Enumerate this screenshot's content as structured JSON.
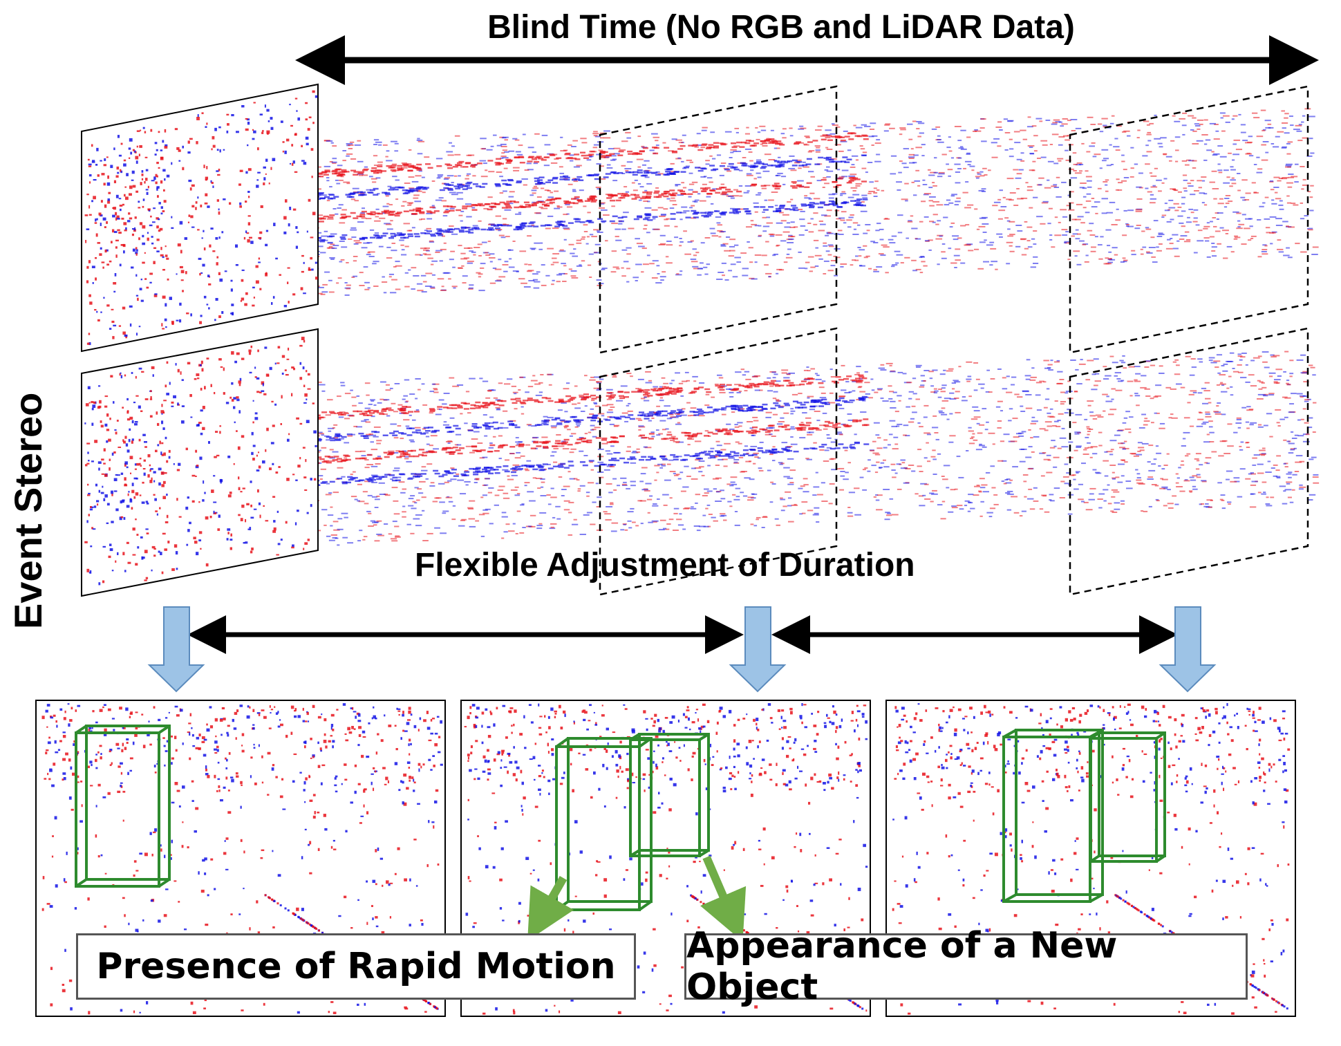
{
  "top": {
    "blind_time_label": "Blind Time (No RGB and LiDAR Data)"
  },
  "side": {
    "event_stereo_label": "Event Stereo"
  },
  "middle": {
    "flexible_label": "Flexible Adjustment of Duration"
  },
  "callouts": {
    "rapid_motion": "Presence of Rapid Motion",
    "new_object": "Appearance of a New Object"
  },
  "colors": {
    "positive_event": "#e8141c",
    "negative_event": "#1414e6",
    "bbox": "#2e8b2e",
    "down_arrow": "#9dc3e6",
    "callout_arrow": "#70ad47"
  }
}
